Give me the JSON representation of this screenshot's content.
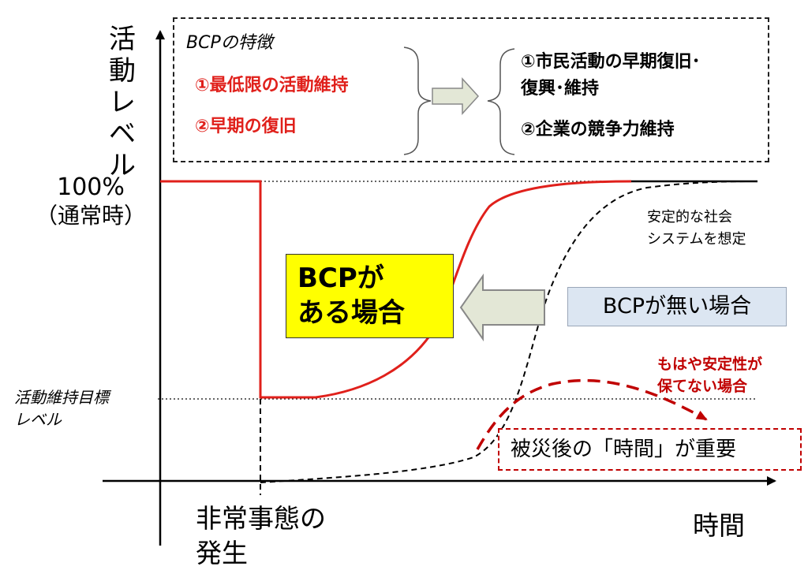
{
  "y_axis": {
    "label_chars": [
      "活",
      "動",
      "レ",
      "ベ",
      "ル"
    ]
  },
  "x_axis": {
    "label": "時間"
  },
  "levels": {
    "normal_line1": "100%",
    "normal_line2": "（通常時）",
    "target_line1": "活動維持目標",
    "target_line2": "レベル"
  },
  "event": {
    "line1": "非常事態の",
    "line2": "発生"
  },
  "features_box": {
    "title": "BCPの特徴",
    "items": [
      "①最低限の活動維持",
      "②早期の復旧"
    ],
    "results_line1": "①市民活動の早期復旧･",
    "results_line2": "復興･維持",
    "results_item2": "②企業の競争力維持"
  },
  "callouts": {
    "with_bcp_line1": "BCPが",
    "with_bcp_line2": "ある場合",
    "without_bcp": "BCPが無い場合",
    "stable_line1": "安定的な社会",
    "stable_line2": "システムを想定",
    "unstable_line1": "もはや安定性が",
    "unstable_line2": "保てない場合",
    "time_important": "被災後の「時間」が重要"
  },
  "colors": {
    "red": "#e0201b",
    "dark_red": "#c00000",
    "yellow_box": "#ffff00",
    "blue_box": "#dce6f2",
    "arrow_fill": "#e3e7d6"
  }
}
